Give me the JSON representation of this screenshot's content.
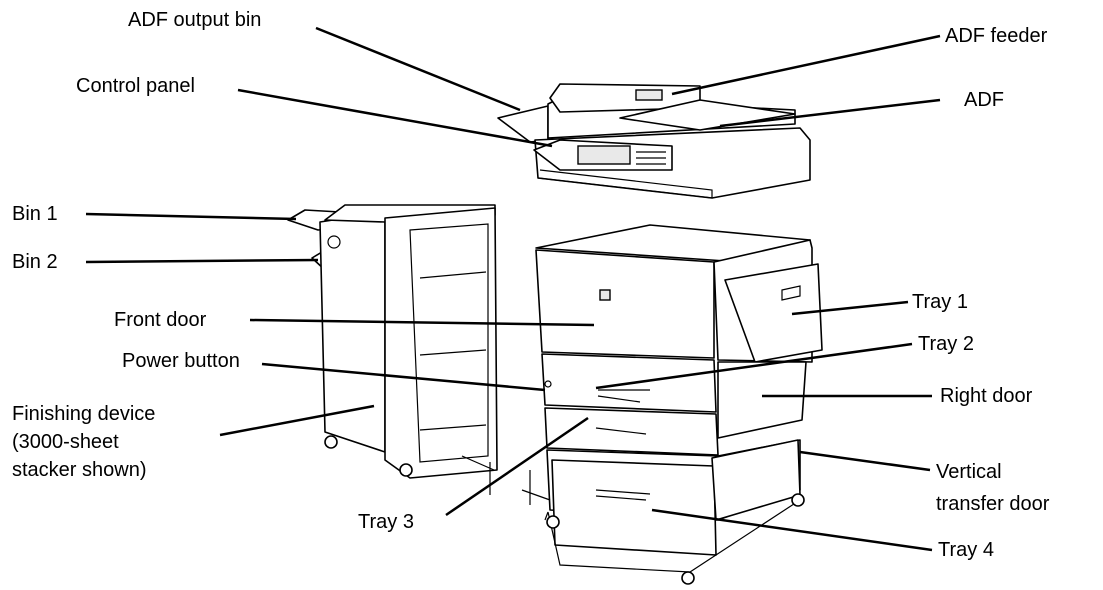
{
  "labels": {
    "adf_output_bin": "ADF output bin",
    "control_panel": "Control panel",
    "adf_feeder": "ADF feeder",
    "adf": "ADF",
    "bin1": "Bin 1",
    "bin2": "Bin 2",
    "front_door": "Front door",
    "power_button": "Power button",
    "finishing_device_line1": "Finishing device",
    "finishing_device_line2": "(3000-sheet",
    "finishing_device_line3": "stacker shown)",
    "tray1": "Tray 1",
    "tray2": "Tray 2",
    "right_door": "Right door",
    "vertical_transfer_line1": "Vertical",
    "vertical_transfer_line2": "transfer door",
    "tray3": "Tray 3",
    "tray4": "Tray 4"
  }
}
